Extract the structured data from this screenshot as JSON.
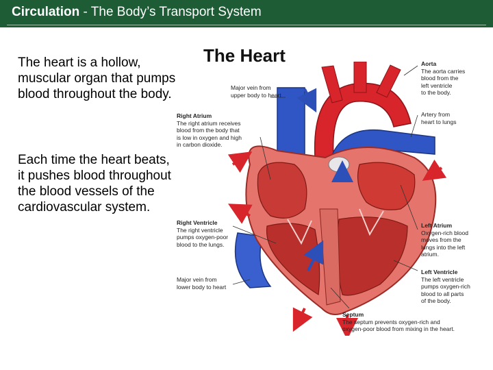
{
  "header": {
    "title_bold": "Circulation",
    "title_rest": " - The Body’s Transport System"
  },
  "content": {
    "paragraph1": "The heart is a hollow, muscular organ that pumps blood throughout the body.",
    "paragraph2": "Each time the heart beats, it pushes blood throughout the blood vessels of the cardiovascular system."
  },
  "figure": {
    "title": "The Heart",
    "labels": {
      "major_vein_upper": "Major vein from\nupper body to heart",
      "right_atrium_heading": "Right Atrium",
      "right_atrium_text": "The right atrium receives\nblood from the body that\nis low in oxygen and high\nin carbon dioxide.",
      "right_ventricle_heading": "Right Ventricle",
      "right_ventricle_text": "The right ventricle\npumps oxygen-poor\nblood to the lungs.",
      "major_vein_lower": "Major vein from\nlower body to heart",
      "aorta_heading": "Aorta",
      "aorta_text": "The aorta carries\nblood from the\nleft ventricle\nto the body.",
      "artery_lungs": "Artery from\nheart to lungs",
      "left_atrium_heading": "Left Atrium",
      "left_atrium_text": "Oxygen-rich blood\nmoves from the\nlungs into the left\natrium.",
      "left_ventricle_heading": "Left Ventricle",
      "left_ventricle_text": "The left ventricle\npumps oxygen-rich\nblood to all parts\nof the body.",
      "septum_heading": "Septum",
      "septum_text": "The septum prevents oxygen-rich and\noxygen-poor blood from mixing in the heart."
    },
    "colors": {
      "header_green": "#1d5c35",
      "oxygen_rich_red": "#d8242b",
      "oxygen_poor_blue": "#2d4fb8",
      "muscle_pink": "#e8857e"
    }
  }
}
